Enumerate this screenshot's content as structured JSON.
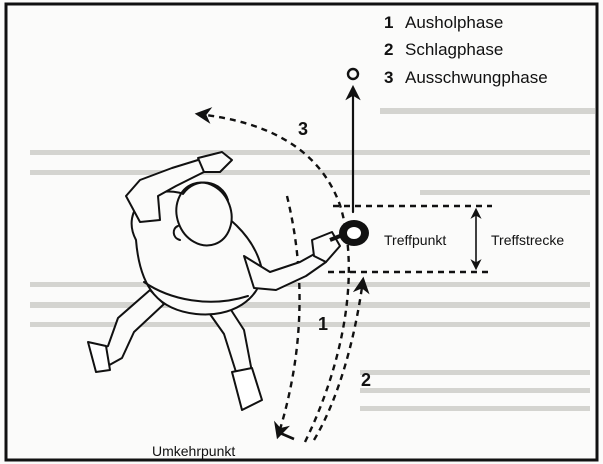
{
  "legend": [
    {
      "num": "1",
      "text": "Ausholphase"
    },
    {
      "num": "2",
      "text": "Schlagphase"
    },
    {
      "num": "3",
      "text": "Ausschwungphase"
    }
  ],
  "labels": {
    "treffpunkt": "Treffpunkt",
    "treffstrecke": "Treffstrecke",
    "umkehrpunkt": "Umkehrpunkt",
    "phase1": "1",
    "phase2": "2",
    "phase3": "3"
  },
  "colors": {
    "ink": "#111111",
    "paper": "#fbfbfa"
  }
}
